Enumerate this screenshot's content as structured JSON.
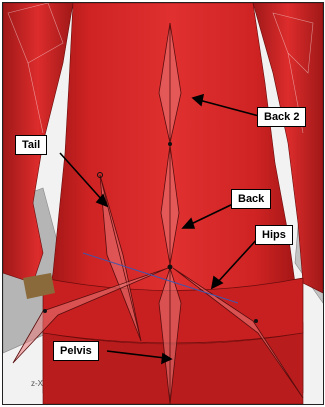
{
  "viewport": {
    "callouts": {
      "back2": "Back 2",
      "tail": "Tail",
      "back": "Back",
      "hips": "Hips",
      "pelvis": "Pelvis"
    },
    "axis_gizmo": "z-X"
  },
  "colors": {
    "body_red": "#d42525",
    "body_shadow": "#9c1414",
    "bone_fill": "#e87a7a",
    "bone_stroke": "#5a0d0d",
    "background": "#f2f2f2",
    "grey_geometry": "#b5b5b5",
    "brown_strap": "#8a6a3a"
  }
}
